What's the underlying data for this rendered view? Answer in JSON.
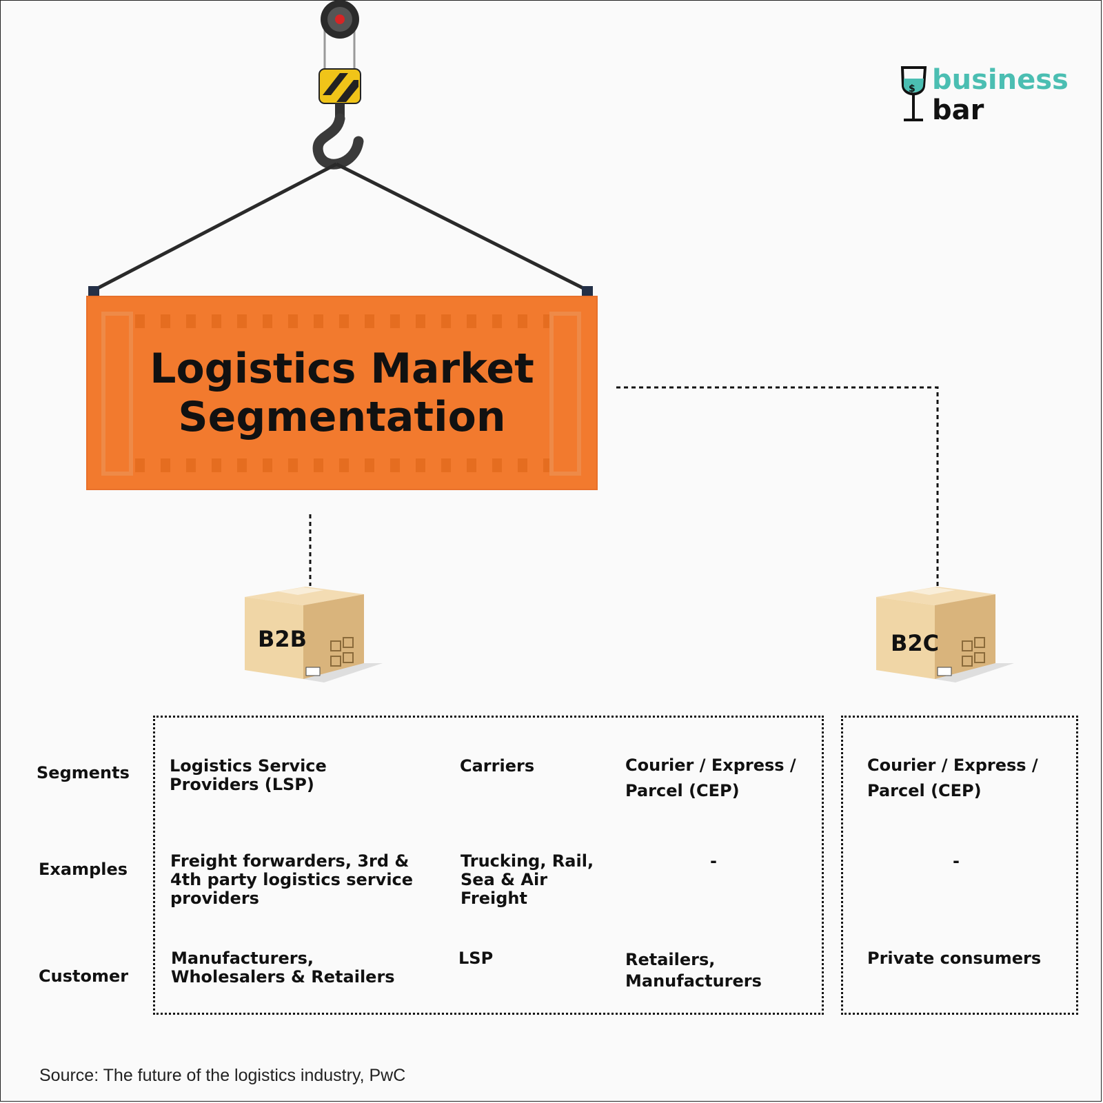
{
  "title": {
    "line1": "Logistics Market",
    "line2": "Segmentation"
  },
  "logo": {
    "word1": "business",
    "word2": "bar",
    "icon": "wine-glass-dollar-icon"
  },
  "colors": {
    "container": "#f27a2e",
    "container_dark": "#e06a1f",
    "logo_accent": "#4bbeb2",
    "box": "#e6c898"
  },
  "segments": {
    "b2b_label": "B2B",
    "b2c_label": "B2C"
  },
  "rows": {
    "segments": "Segments",
    "examples": "Examples",
    "customer": "Customer"
  },
  "b2b_table": {
    "segments": [
      "Logistics Service Providers (LSP)",
      "Carriers",
      "Courier / Express / Parcel (CEP)"
    ],
    "examples": [
      "Freight forwarders, 3rd & 4th party logistics service providers",
      "Trucking, Rail, Sea & Air Freight",
      "-"
    ],
    "customers": [
      "Manufacturers, Wholesalers & Retailers",
      "LSP",
      "Retailers, Manufacturers"
    ]
  },
  "b2c_table": {
    "segment": "Courier / Express / Parcel (CEP)",
    "example": "-",
    "customer": "Private consumers"
  },
  "source": "Source: The future of the logistics industry, PwC"
}
